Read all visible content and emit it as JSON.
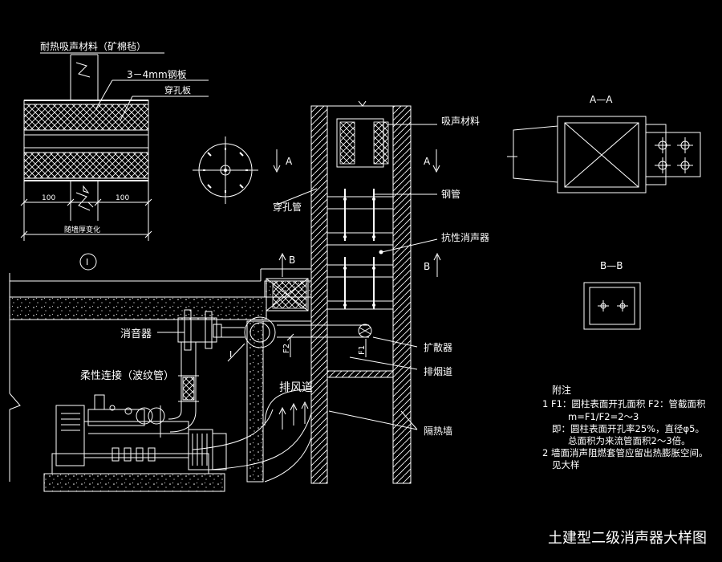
{
  "title": "土建型二级消声器大样图",
  "detail": {
    "material_label": "耐热吸声材料（矿棉毡）",
    "plate_label": "3－4mm钢板",
    "perforated_label": "穿孔板",
    "dim_left": "100",
    "dim_right": "100",
    "dim_bottom": "随墙厚变化",
    "detail_mark": "I"
  },
  "main": {
    "sound_absorbing": "吸声材料",
    "perforated_pipe": "穿孔管",
    "steel_pipe": "钢管",
    "resistive_silencer": "抗性消声器",
    "silencer": "消音器",
    "flexible_joint": "柔性连接（波纹管）",
    "exhaust_duct": "排风道",
    "diffuser": "扩散器",
    "smoke_duct": "排烟道",
    "insulation_wall": "隔热墙",
    "f1": "F1",
    "f2": "F2",
    "mark_i": "I",
    "section_a_left": "A",
    "section_a_right": "A",
    "section_b_left": "B",
    "section_b_right": "B"
  },
  "sections": {
    "aa_title": "A—A",
    "bb_title": "B—B"
  },
  "notes": {
    "heading": "附注",
    "line1": "1  F1：圆柱表面开孔面积 F2：管截面积",
    "line2": "m=F1/F2=2～3",
    "line3": "即：圆柱表面开孔率25%，直径φ5。",
    "line4": "总面积为来流管面积2～3倍。",
    "line5": "2  墙面消声阻燃套管应留出热膨胀空间。",
    "line6": "见大样"
  },
  "colors": {
    "background": "#000000",
    "line": "#ffffff"
  }
}
